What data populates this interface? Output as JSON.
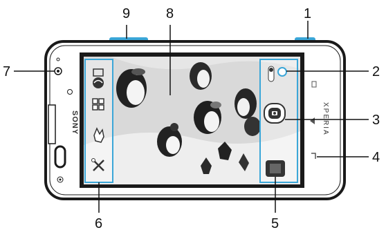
{
  "device": {
    "brand_left": "SONY",
    "brand_right": "XPERIA"
  },
  "callouts": [
    {
      "id": "1",
      "label": "1"
    },
    {
      "id": "2",
      "label": "2"
    },
    {
      "id": "3",
      "label": "3"
    },
    {
      "id": "4",
      "label": "4"
    },
    {
      "id": "5",
      "label": "5"
    },
    {
      "id": "6",
      "label": "6"
    },
    {
      "id": "7",
      "label": "7"
    },
    {
      "id": "8",
      "label": "8"
    },
    {
      "id": "9",
      "label": "9"
    }
  ],
  "colors": {
    "highlight": "#3aa6d8",
    "phone_frame": "#1a1a1a",
    "screen_bg": "#d9d9d9"
  },
  "left_panel_icons": [
    "camera-switch-icon",
    "scene-grid-icon",
    "hand-gesture-icon",
    "settings-tools-icon"
  ],
  "right_panel_icons": [
    "mode-toggle-icon",
    "shutter-button-icon",
    "gallery-thumbnail-icon"
  ]
}
